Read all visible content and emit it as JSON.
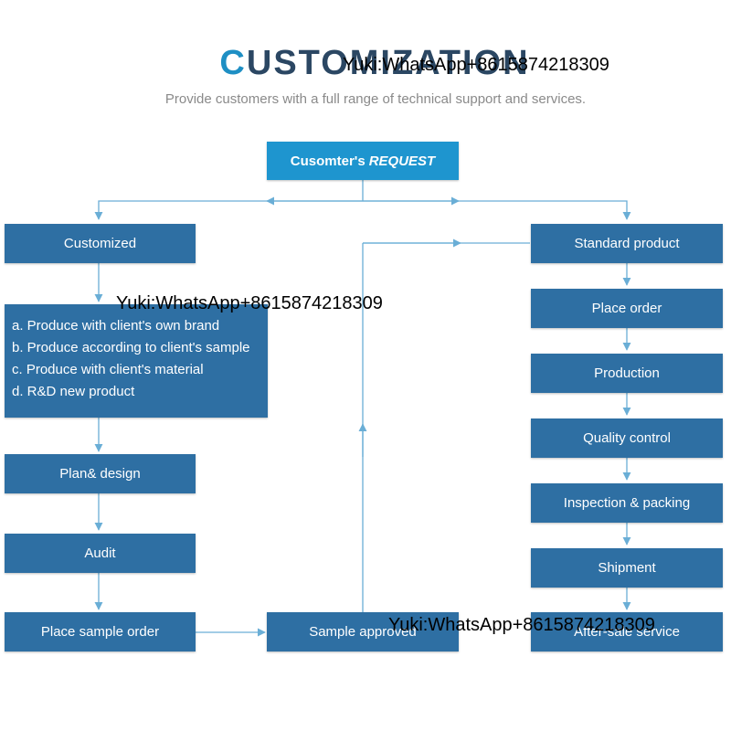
{
  "header": {
    "title_first": "C",
    "title_rest": "USTOMIZATION",
    "subtitle": "Provide customers with a full range of technical support and services."
  },
  "request": {
    "label": "Cusomter's",
    "label_em": "REQUEST"
  },
  "left": {
    "customized": "Customized",
    "options": [
      "a. Produce with client's own brand",
      "b. Produce according to client's sample",
      "c. Produce with client's material",
      "d. R&D new product"
    ],
    "plan_design": "Plan& design",
    "audit": "Audit",
    "place_sample_order": "Place sample order"
  },
  "middle": {
    "sample_approved": "Sample approved"
  },
  "right": {
    "steps": [
      "Standard product",
      "Place order",
      "Production",
      "Quality control",
      "Inspection & packing",
      "Shipment",
      "After-sale service"
    ]
  },
  "watermark": {
    "text": "Yuki:WhatsApp+8615874218309"
  },
  "colors": {
    "box": "#2e6fa3",
    "request": "#1e95cf",
    "line": "#6aaed6",
    "title_accent": "#1e8fc4"
  }
}
